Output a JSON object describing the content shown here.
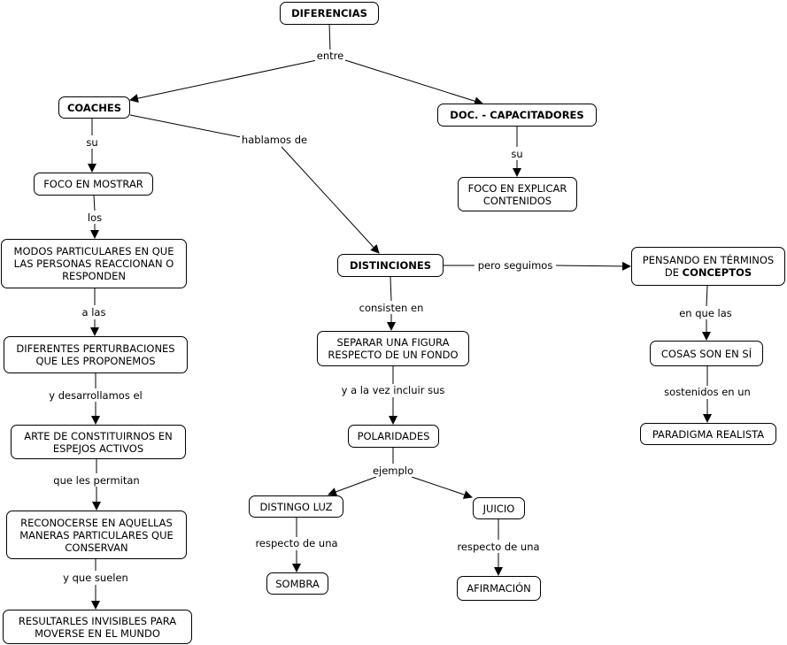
{
  "nodes": {
    "diferencias": "DIFERENCIAS",
    "coaches": "COACHES",
    "doc_capacitadores": "DOC. - CAPACITADORES",
    "foco_mostrar": "FOCO EN MOSTRAR",
    "foco_explicar": "FOCO EN EXPLICAR CONTENIDOS",
    "modos_particulares": "MODOS PARTICULARES EN QUE LAS PERSONAS REACCIONAN O RESPONDEN",
    "diferentes_perturbaciones": "DIFERENTES PERTURBACIONES QUE LES PROPONEMOS",
    "arte_constituirnos": "ARTE DE CONSTITUIRNOS EN ESPEJOS ACTIVOS",
    "reconocerse": "RECONOCERSE EN AQUELLAS MANERAS PARTICULARES QUE CONSERVAN",
    "resultarles": "RESULTARLES INVISIBLES PARA MOVERSE EN EL MUNDO",
    "distinciones": "DISTINCIONES",
    "separar_figura": "SEPARAR UNA FIGURA RESPECTO DE UN FONDO",
    "polaridades": "POLARIDADES",
    "distingo_luz": "DISTINGO LUZ",
    "juicio": "JUICIO",
    "sombra": "SOMBRA",
    "afirmacion": "AFIRMACIÓN",
    "pensando_pre": "PENSANDO EN TÉRMINOS DE ",
    "pensando_bold": "CONCEPTOS",
    "cosas_son": "COSAS SON EN SÍ",
    "paradigma": "PARADIGMA REALISTA"
  },
  "links": {
    "entre": "entre",
    "su_coaches": "su",
    "su_doc": "su",
    "los": "los",
    "a_las": "a las",
    "y_desarrollamos": "y desarrollamos el",
    "que_les_permitan": "que les permitan",
    "y_que_suelen": "y que suelen",
    "hablamos_de": "hablamos de",
    "consisten_en": "consisten en",
    "pero_seguimos": "pero seguimos",
    "y_a_la_vez": "y a la vez incluir sus",
    "ejemplo": "ejemplo",
    "respecto_luz": "respecto de una",
    "respecto_juicio": "respecto de una",
    "en_que_las": "en que las",
    "sostenidos": "sostenidos en un"
  }
}
